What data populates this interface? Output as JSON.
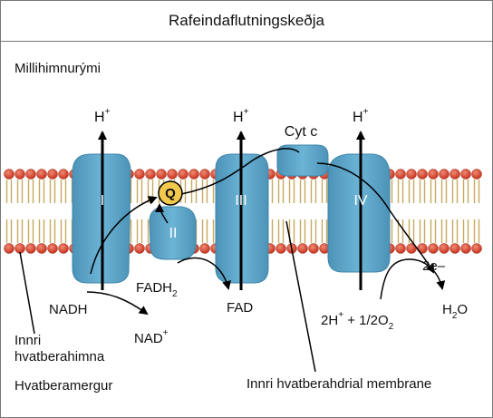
{
  "title": "Rafeindaflutningskeðja",
  "regions": {
    "intermembrane_space": "Millihimnurými",
    "matrix": "Hvatberamergur"
  },
  "labels": {
    "inner_membrane": [
      "Innri",
      "hvatberahimna"
    ],
    "cristae_membrane": "Innri hvatberahdrial membrane"
  },
  "complexes": {
    "c1": "I",
    "c2": "II",
    "c3": "III",
    "c4": "IV",
    "q": "Q",
    "cytc": "Cyt c"
  },
  "proton": {
    "symbol": "H",
    "charge": "+"
  },
  "molecules": {
    "nadh": "NADH",
    "nad_base": "NAD",
    "nad_charge": "+",
    "fadh2_base": "FADH",
    "fadh2_sub": "2",
    "fad": "FAD",
    "two_e": "2e–",
    "water_h": "H",
    "water_sub": "2",
    "water_o": "O",
    "oxygen_eq_h": "2H",
    "oxygen_eq_charge": "+",
    "oxygen_eq_rest": " + 1/2O",
    "oxygen_eq_sub": "2"
  },
  "colors": {
    "protein": "#5ba3c7",
    "protein_dark": "#3f86aa",
    "lipid_head": "#d9412b",
    "lipid_tail": "#c8a860",
    "quinone": "#f2c94c"
  }
}
